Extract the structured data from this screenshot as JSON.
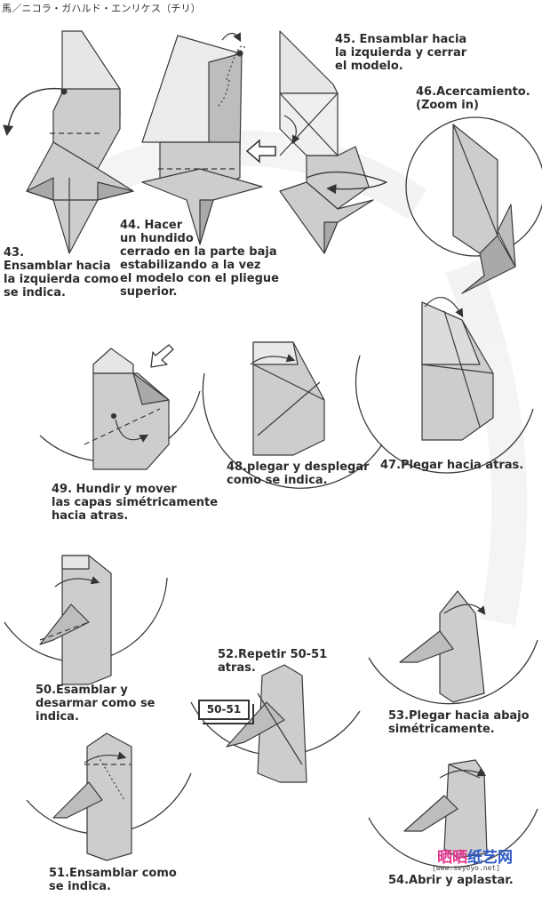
{
  "header": "馬／ニコラ・ガハルド・エンリケス（チリ）",
  "steps": {
    "s43": "43.\nEnsamblar hacia\nla izquierda como\nse indica.",
    "s44": "44. Hacer\nun hundido\ncerrado en la parte baja\nestabilizando a la vez\nel modelo con el pliegue\n superior.",
    "s45": "45. Ensamblar hacia\nla izquierda y cerrar\nel modelo.",
    "s46": "46.Acercamiento.\n(Zoom in)",
    "s47": "47.Plegar hacia atras.",
    "s48": "48.plegar y desplegar\ncomo se indica.",
    "s49": "49. Hundir y mover\nlas capas simétricamente\nhacia atras.",
    "s50": "50.Esamblar y\ndesarmar como se\nindica.",
    "s51": "51.Ensamblar como\nse indica.",
    "s52": "52.Repetir 50-51\natras.",
    "s53": "53.Plegar hacia abajo\nsimétricamente.",
    "s54": "54.Abrir y aplastar."
  },
  "ref_box": "50-51",
  "watermark": {
    "part1": "晒晒",
    "part2": "纸艺网",
    "url": "[www.seyoyo.net]"
  },
  "colors": {
    "paper": "#cdcdcd",
    "paper_dark": "#a9a9a9",
    "paper_light": "#e6e6e6",
    "line": "#3a3a3a",
    "wm_pink": "#e0368f",
    "wm_blue": "#2d58c6"
  }
}
